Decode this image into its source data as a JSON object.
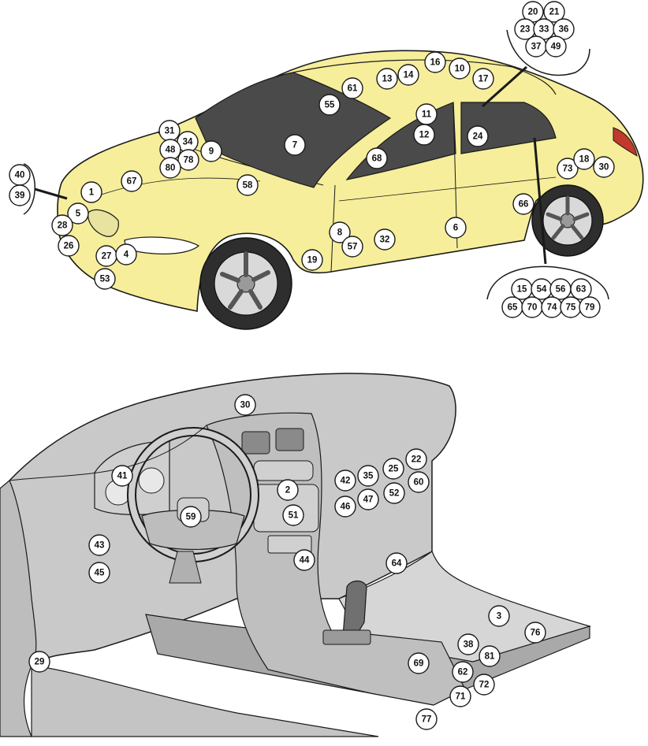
{
  "colors": {
    "car_body": "#f6ee9a",
    "interior": "#c9c9c9",
    "outline": "#1a1a1a",
    "glass": "#4a4a4a",
    "callout_fill": "#ffffff"
  },
  "icons": {
    "car": "car-exterior-illustration",
    "interior": "car-interior-dashboard-illustration"
  },
  "callouts": {
    "c20": "20",
    "c21": "21",
    "c23": "23",
    "c33": "33",
    "c36": "36",
    "c37": "37",
    "c49": "49",
    "c16": "16",
    "c10": "10",
    "c17": "17",
    "c13": "13",
    "c14": "14",
    "c61": "61",
    "c55": "55",
    "c11": "11",
    "c12": "12",
    "c24": "24",
    "c31": "31",
    "c34": "34",
    "c48": "48",
    "c78": "78",
    "c80": "80",
    "c9": "9",
    "c7": "7",
    "c68": "68",
    "c73": "73",
    "c18": "18",
    "c30e": "30",
    "c40": "40",
    "c39": "39",
    "c1": "1",
    "c67": "67",
    "c58": "58",
    "c66": "66",
    "c5": "5",
    "c28": "28",
    "c26": "26",
    "c8": "8",
    "c6": "6",
    "c57": "57",
    "c32": "32",
    "c27": "27",
    "c4": "4",
    "c19": "19",
    "c53": "53",
    "c15": "15",
    "c54": "54",
    "c56": "56",
    "c63": "63",
    "c65": "65",
    "c70": "70",
    "c74": "74",
    "c75": "75",
    "c79": "79",
    "c30": "30",
    "c41": "41",
    "c2": "2",
    "c42": "42",
    "c35": "35",
    "c25": "25",
    "c22": "22",
    "c46": "46",
    "c47": "47",
    "c52": "52",
    "c60": "60",
    "c51": "51",
    "c59": "59",
    "c43": "43",
    "c45": "45",
    "c44": "44",
    "c64": "64",
    "c3": "3",
    "c76": "76",
    "c38": "38",
    "c81": "81",
    "c62": "62",
    "c72": "72",
    "c71": "71",
    "c69": "69",
    "c29": "29",
    "c77": "77"
  }
}
